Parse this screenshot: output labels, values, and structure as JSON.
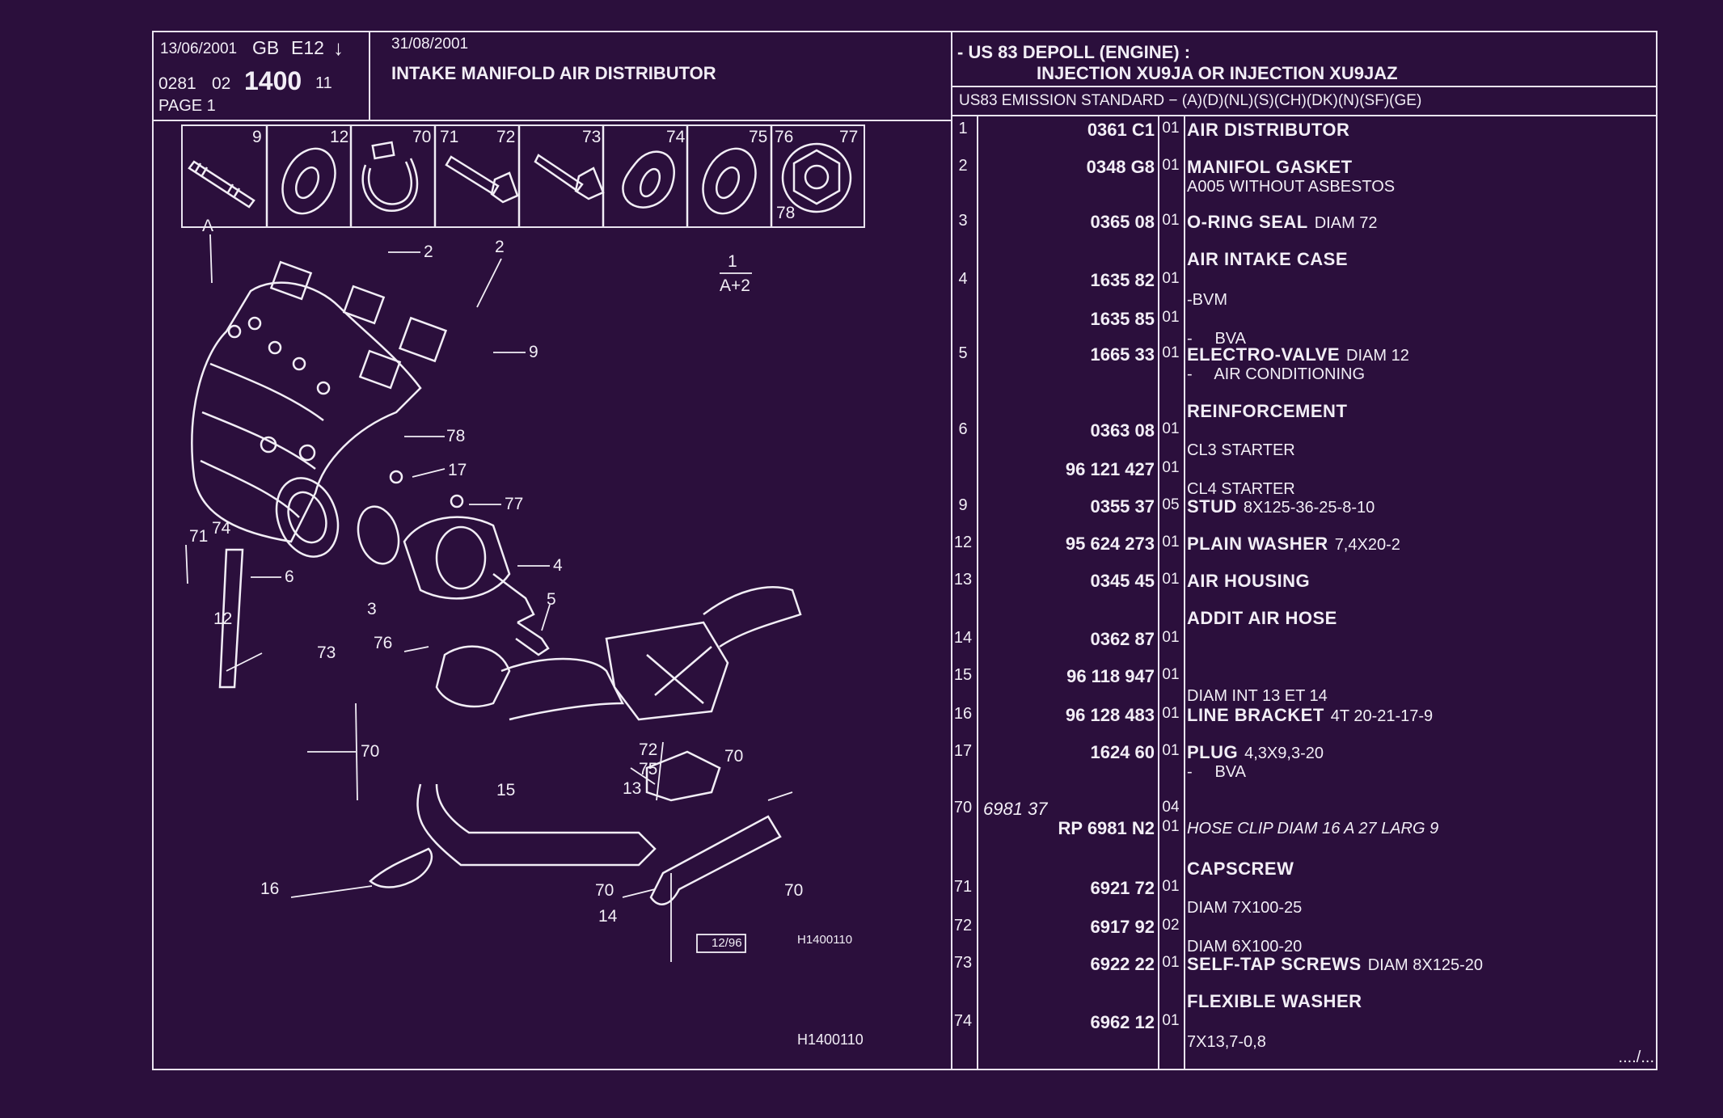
{
  "header": {
    "date1": "13/06/2001",
    "country": "GB",
    "code": "E12",
    "arrow": "↓",
    "group": "0281",
    "sub": "02",
    "plate": "1400",
    "plate_suffix": "11",
    "page": "PAGE 1",
    "date2": "31/08/2001",
    "title": "INTAKE MANIFOLD AIR DISTRIBUTOR",
    "applicability_line1": "- US 83 DEPOLL (ENGINE) :",
    "applicability_line2": "INJECTION XU9JA OR INJECTION XU9JAZ",
    "emission": "US83 EMISSION STANDARD  −  (A)(D)(NL)(S)(CH)(DK)(N)(SF)(GE)"
  },
  "thumbnails": [
    {
      "num": "9",
      "icon": "stud-icon"
    },
    {
      "num": "12",
      "icon": "plain-washer-icon"
    },
    {
      "num": "70",
      "icon": "hose-clip-icon"
    },
    {
      "num": "71",
      "icon": "capscrew-icon"
    },
    {
      "num": "72",
      "icon": ""
    },
    {
      "num": "73",
      "icon": "self-tap-screw-icon"
    },
    {
      "num": "74",
      "icon": "flexible-washer-icon"
    },
    {
      "num": "75",
      "icon": "washer-icon"
    },
    {
      "num": "76",
      "icon": ""
    },
    {
      "num": "77",
      "icon": "flange-nut-icon"
    },
    {
      "num": "78",
      "icon": ""
    }
  ],
  "diagram": {
    "labels": [
      "A",
      "2",
      "2",
      "9",
      "78",
      "17",
      "77",
      "4",
      "5",
      "6",
      "71",
      "74",
      "12",
      "3",
      "76",
      "73",
      "70",
      "15",
      "16",
      "72",
      "75",
      "70",
      "13",
      "70",
      "14",
      "70"
    ],
    "fraction_top": "1",
    "fraction_bottom": "A+2",
    "stamp": "12/96",
    "ref_inner": "H1400110",
    "ref_bottom": "H1400110"
  },
  "parts": [
    {
      "ref": "1",
      "part": "0361 C1",
      "qty": "01",
      "name": "AIR DISTRIBUTOR",
      "note": "",
      "sub": ""
    },
    {
      "ref": "2",
      "part": "0348 G8",
      "qty": "01",
      "name": "MANIFOL GASKET",
      "note": "",
      "sub": "A005 WITHOUT ASBESTOS"
    },
    {
      "ref": "3",
      "part": "0365 08",
      "qty": "01",
      "name": "O-RING SEAL",
      "note": "DIAM 72",
      "sub": ""
    },
    {
      "ref": "",
      "part": "",
      "qty": "",
      "name": "AIR INTAKE CASE",
      "note": "",
      "sub": ""
    },
    {
      "ref": "4",
      "part": "1635 82",
      "qty": "01",
      "name": "",
      "note": "",
      "sub": "-BVM"
    },
    {
      "ref": "",
      "part": "1635 85",
      "qty": "01",
      "name": "",
      "note": "",
      "sub": "-     BVA"
    },
    {
      "ref": "5",
      "part": "1665 33",
      "qty": "01",
      "name": "ELECTRO-VALVE",
      "note": "DIAM 12",
      "sub": "-     AIR CONDITIONING"
    },
    {
      "ref": "",
      "part": "",
      "qty": "",
      "name": "REINFORCEMENT",
      "note": "",
      "sub": ""
    },
    {
      "ref": "6",
      "part": "0363 08",
      "qty": "01",
      "name": "",
      "note": "",
      "sub": "CL3 STARTER"
    },
    {
      "ref": "",
      "part": "96 121 427",
      "qty": "01",
      "name": "",
      "note": "",
      "sub": "CL4 STARTER"
    },
    {
      "ref": "9",
      "part": "0355 37",
      "qty": "05",
      "name": "STUD",
      "note": "8X125-36-25-8-10",
      "sub": ""
    },
    {
      "ref": "12",
      "part": "95 624 273",
      "qty": "01",
      "name": "PLAIN WASHER",
      "note": "7,4X20-2",
      "sub": ""
    },
    {
      "ref": "13",
      "part": "0345 45",
      "qty": "01",
      "name": "AIR HOUSING",
      "note": "",
      "sub": ""
    },
    {
      "ref": "",
      "part": "",
      "qty": "",
      "name": "ADDIT AIR HOSE",
      "note": "",
      "sub": ""
    },
    {
      "ref": "14",
      "part": "0362 87",
      "qty": "01",
      "name": "",
      "note": "",
      "sub": ""
    },
    {
      "ref": "15",
      "part": "96 118 947",
      "qty": "01",
      "name": "",
      "note": "",
      "sub": "DIAM INT 13 ET 14"
    },
    {
      "ref": "16",
      "part": "96 128 483",
      "qty": "01",
      "name": "LINE BRACKET",
      "note": "4T 20-21-17-9",
      "sub": ""
    },
    {
      "ref": "17",
      "part": "1624 60",
      "qty": "01",
      "name": "PLUG",
      "note": "4,3X9,3-20",
      "sub": "-     BVA"
    },
    {
      "ref": "70",
      "part": "6981 37",
      "qty": "04",
      "name": "",
      "note": "",
      "sub": "HOSE CLIP DIAM 16 A 27 LARG 9"
    },
    {
      "ref": "",
      "part": "RP  6981 N2",
      "qty": "01",
      "name": "",
      "note": "",
      "sub": ""
    },
    {
      "ref": "",
      "part": "",
      "qty": "",
      "name": "CAPSCREW",
      "note": "",
      "sub": ""
    },
    {
      "ref": "71",
      "part": "6921 72",
      "qty": "01",
      "name": "",
      "note": "",
      "sub": "DIAM 7X100-25"
    },
    {
      "ref": "72",
      "part": "6917 92",
      "qty": "02",
      "name": "",
      "note": "",
      "sub": "DIAM 6X100-20"
    },
    {
      "ref": "73",
      "part": "6922 22",
      "qty": "01",
      "name": "SELF-TAP SCREWS",
      "note": "DIAM 8X125-20",
      "sub": ""
    },
    {
      "ref": "",
      "part": "",
      "qty": "",
      "name": "FLEXIBLE WASHER",
      "note": "",
      "sub": ""
    },
    {
      "ref": "74",
      "part": "6962 12",
      "qty": "01",
      "name": "",
      "note": "",
      "sub": "7X13,7-0,8"
    }
  ],
  "continued": "..../..."
}
